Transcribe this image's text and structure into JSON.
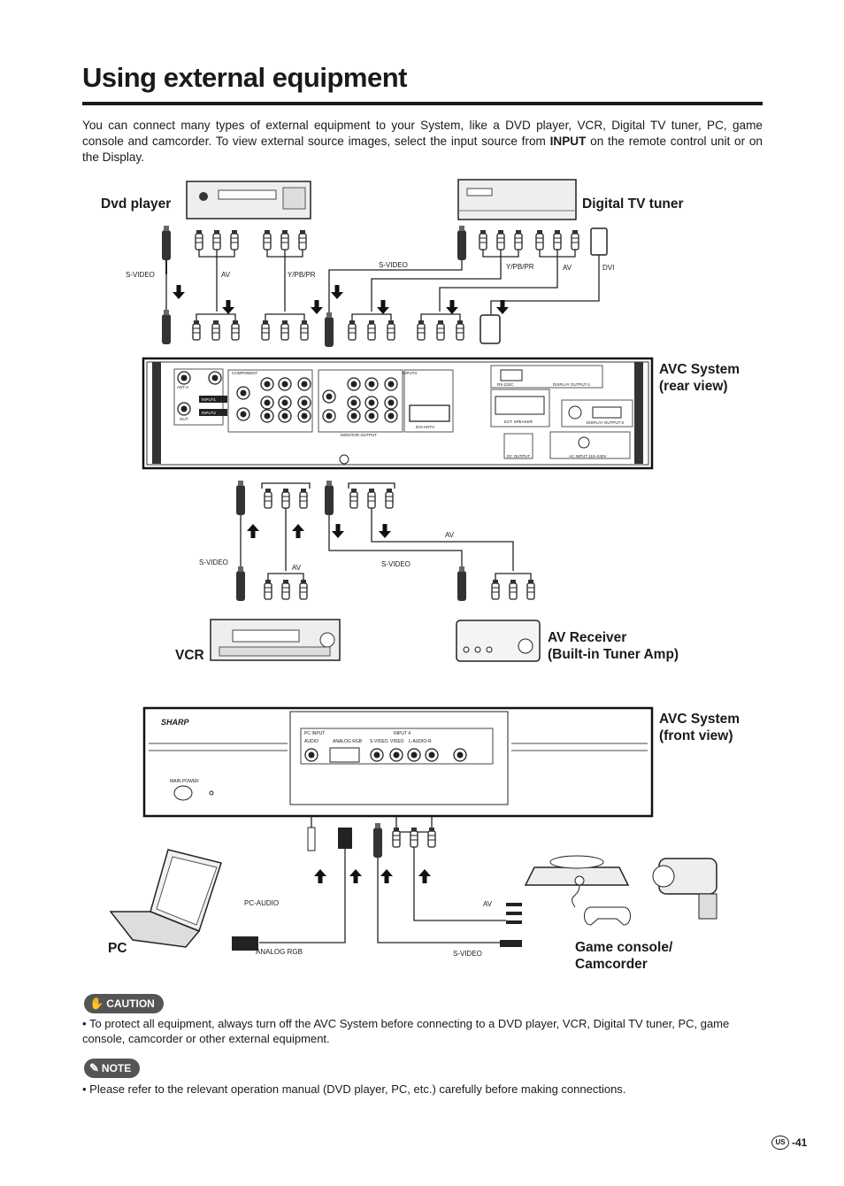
{
  "page": {
    "title": "Using external equipment",
    "intro_before": "You can connect many types of external equipment to your System, like a DVD player, VCR, Digital TV tuner, PC, game console and camcorder. To view external source images, select the input source from ",
    "intro_bold": "INPUT",
    "intro_after": " on the remote control unit or on the Display.",
    "page_number": "-41",
    "region_mark": "US"
  },
  "labels": {
    "dvd": "Dvd player",
    "dtv": "Digital TV tuner",
    "avc_rear_1": "AVC System",
    "avc_rear_2": "(rear view)",
    "vcr": "VCR",
    "avr_1": "AV Receiver",
    "avr_2": "(Built-in Tuner Amp)",
    "avc_front_1": "AVC System",
    "avc_front_2": "(front view)",
    "pc": "PC",
    "game_1": "Game console/",
    "game_2": "Camcorder"
  },
  "cable_labels": {
    "svideo_1": "S-VIDEO",
    "av_1": "AV",
    "ypbpr_1": "Y/PB/PR",
    "svideo_2": "S-VIDEO",
    "ypbpr_2": "Y/PB/PR",
    "av_2": "AV",
    "dvi": "DVI",
    "svideo_3": "S-VIDEO",
    "av_3": "AV",
    "svideo_4": "S-VIDEO",
    "av_4": "AV",
    "pc_audio": "PC-AUDIO",
    "analog_rgb": "ANALOG RGB",
    "av_5": "AV",
    "svideo_5": "S-VIDEO"
  },
  "panel_text": {
    "brand": "SHARP",
    "main_power": "MAIN POWER",
    "pc_input": "PC INPUT",
    "audio": "AUDIO",
    "analog_rgb_port": "ANALOG RGB",
    "input4": "INPUT 4",
    "svideo_port": "S-VIDEO",
    "video_port": "VIDEO",
    "laudio_r": "L-AUDIO-R",
    "component": "COMPONENT",
    "input1": "INPUT1",
    "input2": "INPUT2",
    "input3": "INPUT3",
    "monitor_output": "MONITOR OUTPUT",
    "dvi_hdtv": "DVI-HDTV",
    "display_output_1": "DISPLAY OUTPUT-1",
    "display_output_2": "DISPLAY OUTPUT-2",
    "ext_speaker": "EXT. SPEAKER",
    "dc_output": "DC OUTPUT",
    "ac_input": "AC INPUT 110~240V",
    "ant_a": "ANT-A",
    "out": "OUT",
    "rs232c": "RS-232C"
  },
  "caution": {
    "badge": "CAUTION",
    "text": "To protect all equipment, always turn off the AVC System before connecting to a DVD player, VCR, Digital TV tuner, PC, game console, camcorder or other external equipment."
  },
  "note": {
    "badge": "NOTE",
    "text": "Please refer to the relevant operation manual (DVD player, PC, etc.) carefully before making connections."
  }
}
